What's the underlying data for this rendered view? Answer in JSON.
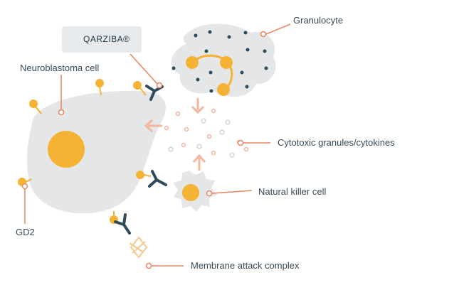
{
  "badge": {
    "brand": "QARZIBA®"
  },
  "labels": {
    "granulocyte": "Granulocyte",
    "neuroblastoma": "Neuroblastoma cell",
    "cytotoxic": "Cytotoxic granules/cytokines",
    "nk_cell": "Natural killer cell",
    "gd2": "GD2",
    "mac": "Membrane attack complex"
  },
  "colors": {
    "cell_fill": "#e4e6e8",
    "nucleus": "#f5b335",
    "antibody": "#2e4a5c",
    "leader": "#e98560",
    "arrow": "#f3b7a0",
    "text": "#3a4a57"
  }
}
